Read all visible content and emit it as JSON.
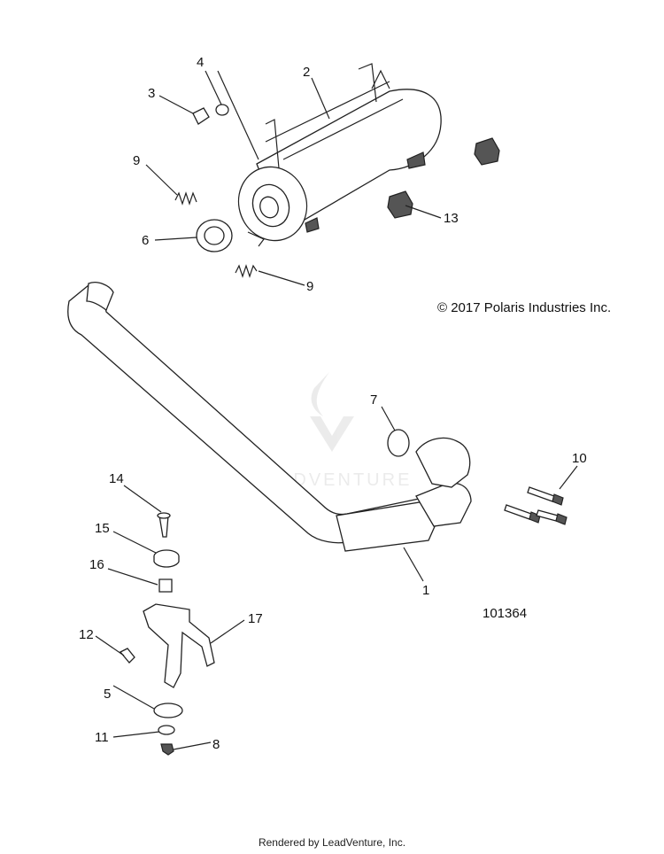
{
  "copyright": "© 2017 Polaris Industries Inc.",
  "drawing_number": "101364",
  "watermark": "LEADVENTURE",
  "footer": "Rendered by LeadVenture, Inc.",
  "callouts": [
    "1",
    "2",
    "3",
    "4",
    "5",
    "6",
    "7",
    "8",
    "9",
    "9",
    "10",
    "11",
    "12",
    "13",
    "14",
    "15",
    "16",
    "17"
  ]
}
